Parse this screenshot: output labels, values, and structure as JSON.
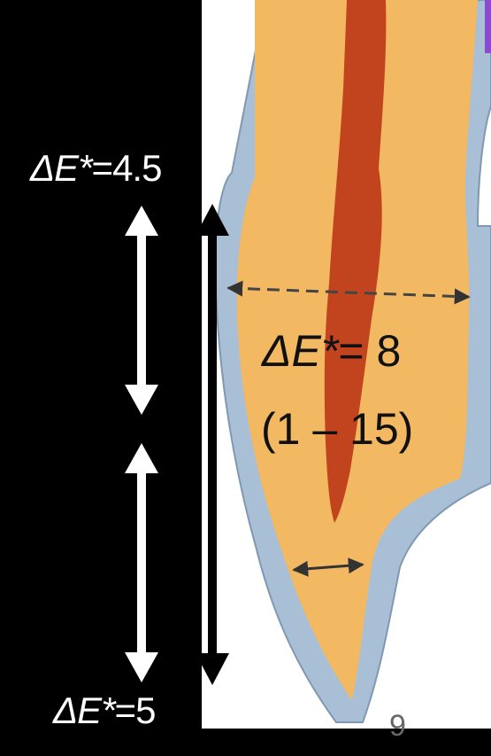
{
  "labels": {
    "top": {
      "symbol": "ΔE*",
      "value": "=4.5"
    },
    "center": {
      "symbol": "ΔE*",
      "value": "= 8"
    },
    "range": "(1 – 15)",
    "bottom": {
      "symbol": "ΔE*",
      "value": "=5"
    }
  },
  "slide_number": "9",
  "colors": {
    "background": "#000000",
    "panel": "#ffffff",
    "dentin": "#f2b862",
    "pulp": "#c2441f",
    "cementum": "#a9bfd6",
    "arrow_white": "#ffffff",
    "arrow_black": "#000000"
  }
}
